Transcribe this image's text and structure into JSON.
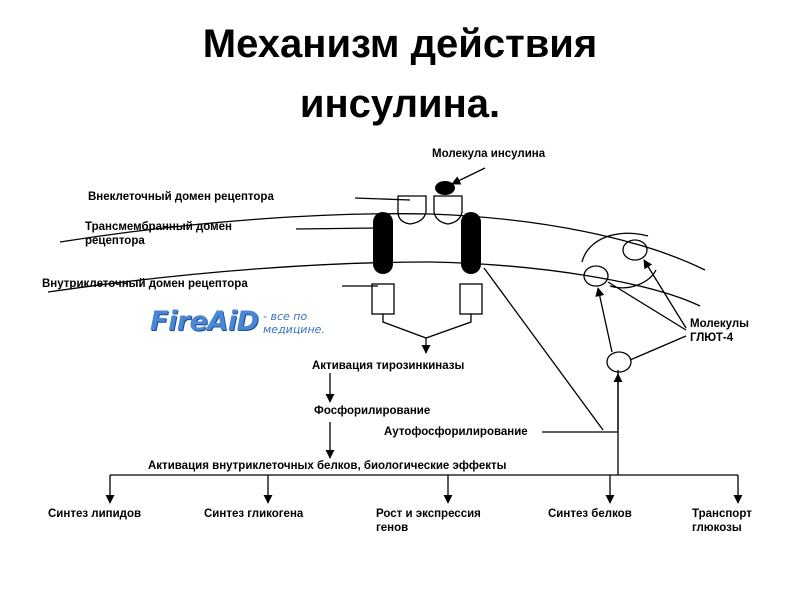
{
  "title": {
    "line1": "Механизм действия",
    "line2": "инсулина."
  },
  "labels": {
    "insulin_molecule": "Молекула инсулина",
    "extracellular_domain": "Внеклеточный домен рецептора",
    "transmembrane_domain_1": "Трансмембранный домен",
    "transmembrane_domain_2": "рецептора",
    "intracellular_domain": "Внутриклеточный домен рецептора",
    "tyrosine_kinase": "Активация тирозинкиназы",
    "phosphorylation": "Фосфорилирование",
    "autophosphorylation": "Аутофосфорилирование",
    "glut4_1": "Молекулы",
    "glut4_2": "ГЛЮТ-4",
    "activation_effects": "Активация внутриклеточных белков, биологические эффекты",
    "lipid_synthesis": "Синтез липидов",
    "glycogen_synthesis": "Синтез гликогена",
    "growth_1": "Рост и экспрессия",
    "growth_2": "генов",
    "protein_synthesis": "Синтез белков",
    "transport_1": "Транспорт",
    "transport_2": "глюкозы"
  },
  "logo": {
    "name": "FireAiD",
    "tag_line1": "- все по",
    "tag_line2": "медицине."
  },
  "colors": {
    "line": "#000000",
    "receptor_fill": "#000000",
    "logo_blue": "#4a86d6"
  }
}
